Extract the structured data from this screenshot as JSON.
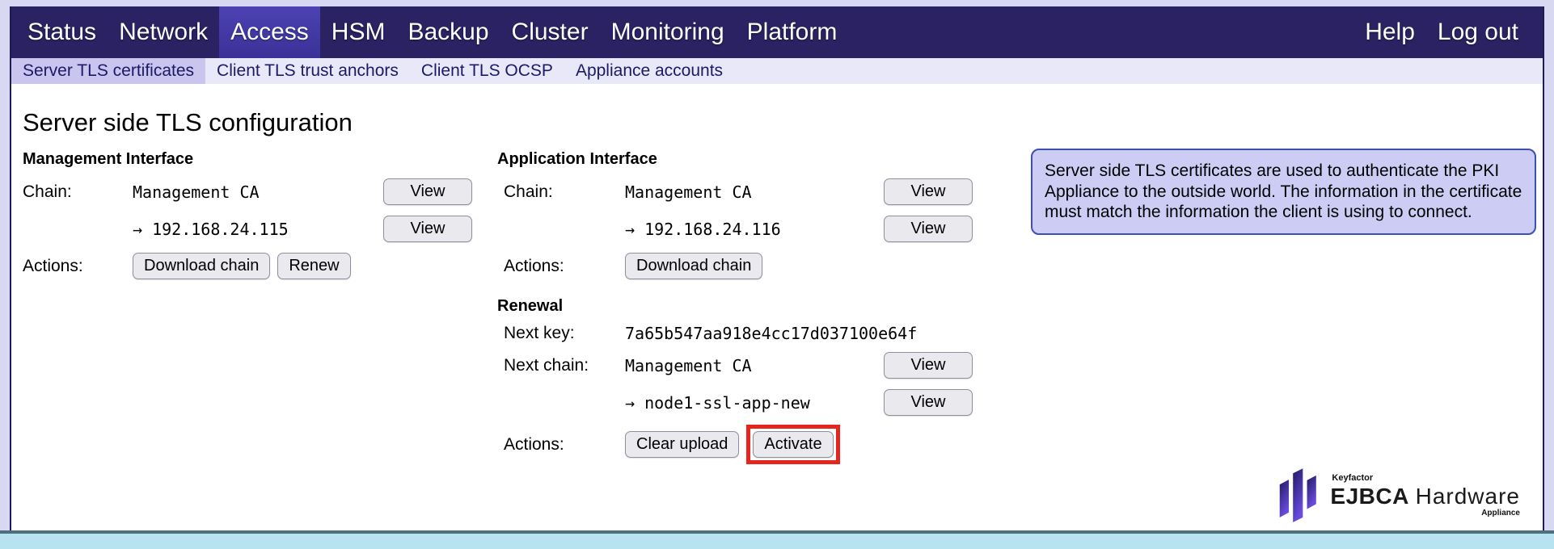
{
  "colors": {
    "navbar_bg": "#2a2262",
    "nav_active_bg": "#4339a4",
    "frame_bg": "#d9d8f2",
    "subnav_bg": "#e9e8f8",
    "subnav_active_bg": "#c9c5ee",
    "subnav_text": "#1c1966",
    "info_box_bg": "#ccccf4",
    "info_box_border": "#3b50b5",
    "button_bg": "#e9e9ee",
    "highlight_red": "#e8251c",
    "footer_strip": "#b6e3ef"
  },
  "nav": {
    "items": [
      {
        "label": "Status"
      },
      {
        "label": "Network"
      },
      {
        "label": "Access",
        "active": true
      },
      {
        "label": "HSM"
      },
      {
        "label": "Backup"
      },
      {
        "label": "Cluster"
      },
      {
        "label": "Monitoring"
      },
      {
        "label": "Platform"
      }
    ],
    "right": [
      {
        "label": "Help"
      },
      {
        "label": "Log out"
      }
    ]
  },
  "subnav": {
    "items": [
      {
        "label": "Server TLS certificates",
        "active": true
      },
      {
        "label": "Client TLS trust anchors"
      },
      {
        "label": "Client TLS OCSP"
      },
      {
        "label": "Appliance accounts"
      }
    ]
  },
  "page_title": "Server side TLS configuration",
  "management": {
    "heading": "Management Interface",
    "chain_label": "Chain:",
    "chain": [
      {
        "value": "Management CA",
        "button": "View"
      },
      {
        "value": "→ 192.168.24.115",
        "button": "View"
      }
    ],
    "actions_label": "Actions:",
    "actions": [
      {
        "label": "Download chain"
      },
      {
        "label": "Renew"
      }
    ]
  },
  "application": {
    "heading": "Application Interface",
    "chain_label": "Chain:",
    "chain": [
      {
        "value": "Management CA",
        "button": "View"
      },
      {
        "value": "→ 192.168.24.116",
        "button": "View"
      }
    ],
    "actions_label": "Actions:",
    "actions": [
      {
        "label": "Download chain"
      }
    ]
  },
  "renewal": {
    "heading": "Renewal",
    "next_key_label": "Next key:",
    "next_key": "7a65b547aa918e4cc17d037100e64f",
    "next_chain_label": "Next chain:",
    "chain": [
      {
        "value": "Management CA",
        "button": "View"
      },
      {
        "value": "→ node1-ssl-app-new",
        "button": "View"
      }
    ],
    "actions_label": "Actions:",
    "actions": [
      {
        "label": "Clear upload",
        "highlighted": false
      },
      {
        "label": "Activate",
        "highlighted": true
      }
    ]
  },
  "info_box": {
    "text": "Server side TLS certificates are used to authenticate the PKI Appliance to the outside world. The information in the certificate must match the information the client is using to connect."
  },
  "logo": {
    "brand": "Keyfactor",
    "product_bold": "EJBCA",
    "product_light": "Hardware",
    "tagline": "Appliance"
  }
}
